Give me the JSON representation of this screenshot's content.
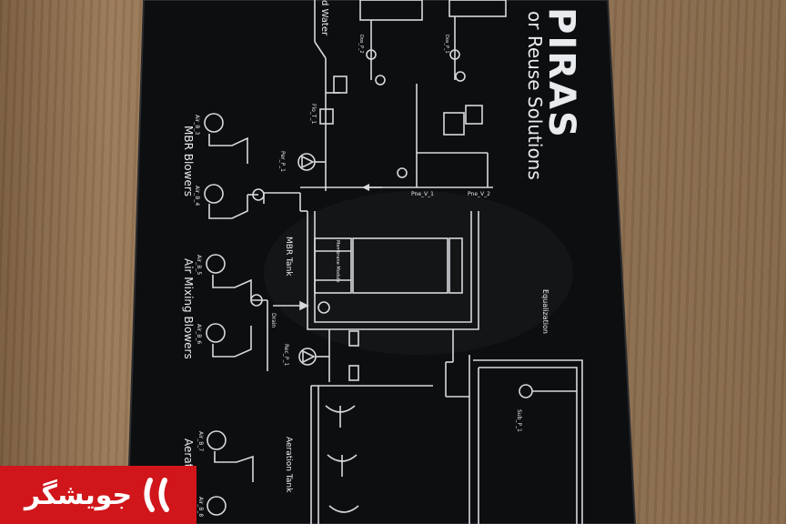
{
  "photo": {
    "brand_text": "PIRAS",
    "tagline": "or Reuse Solutions",
    "labels": {
      "water": "d Water",
      "mbr_blowers": "MBR Blowers",
      "air_mixing_blowers": "Air Mixing Blowers",
      "aeration_partial": "Aerati",
      "mbr_tank": "MBR Tank",
      "aeration_tank": "Aeration Tank",
      "equalization": "Equalization",
      "drain": "Drain",
      "membrane": "Membrane Module",
      "air_b_3": "Air_B_3",
      "air_b_4": "Air_B_4",
      "air_b_5": "Air_B_5",
      "air_b_6": "Air_B_6",
      "air_b_7": "Air_B_7",
      "air_b_8": "Air_B_8",
      "flo_t_1": "Flo_T_1",
      "per_p_1": "Per_P_1",
      "rec_p_1": "Rec_P_1",
      "pne_v_1": "Pne_V_1",
      "pne_v_2": "Pne_V_2",
      "sub_p_1": "Sub_P_1",
      "dos_p_2": "Dos_P_2",
      "dos_p_1": "Dos_P_1"
    }
  },
  "watermark": {
    "text": "جویشگر",
    "color": "#d0161b"
  }
}
